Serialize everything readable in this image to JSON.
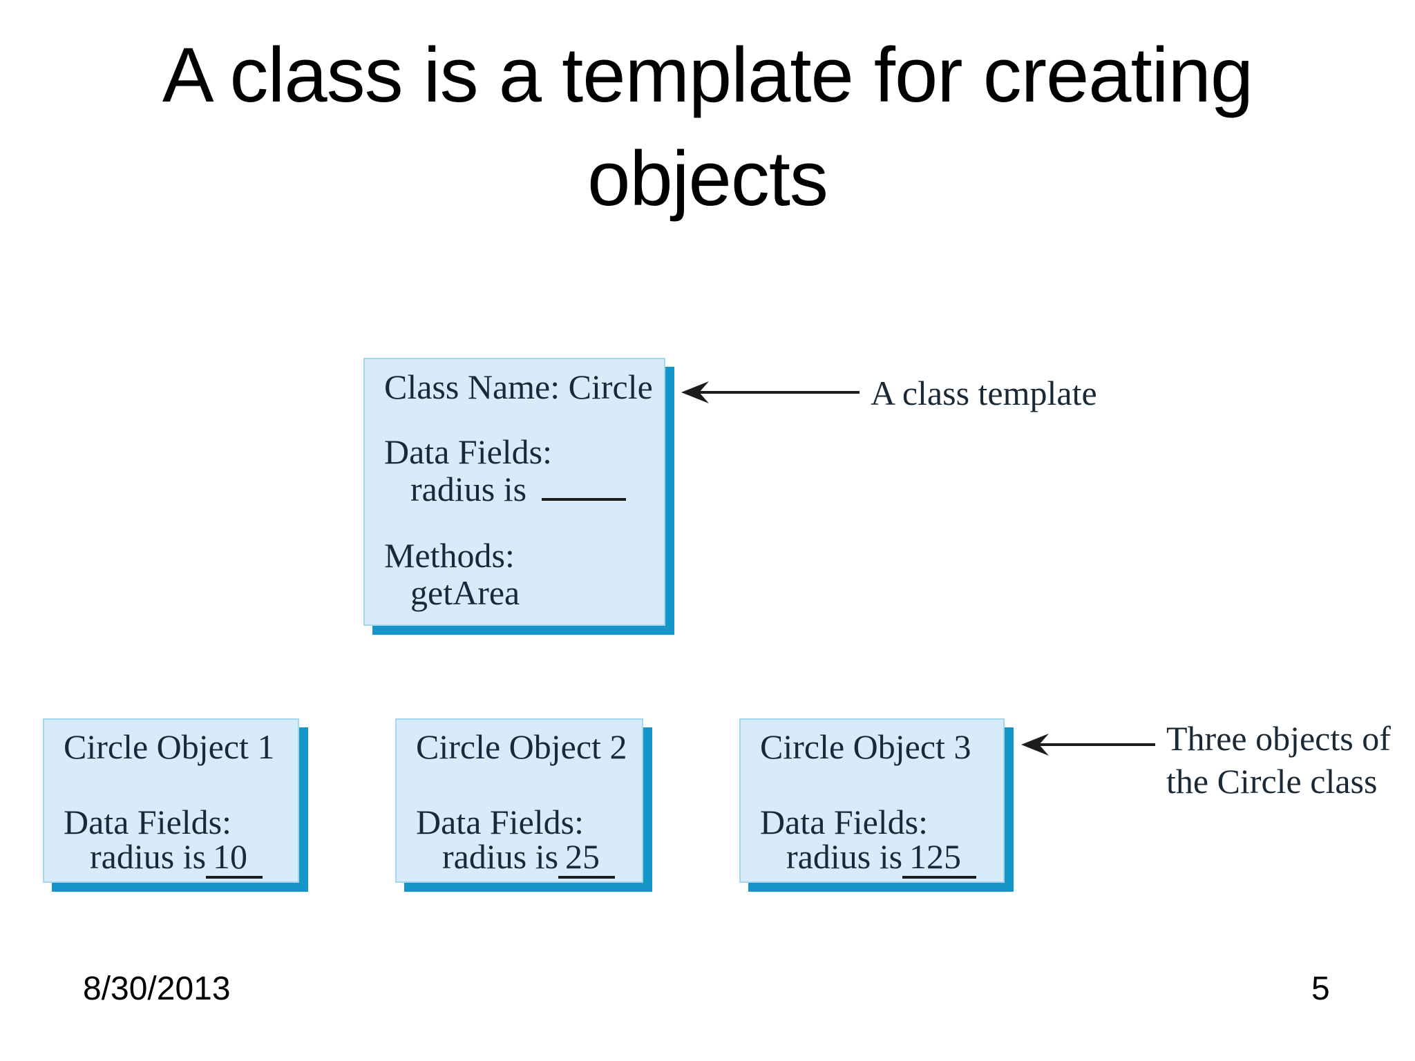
{
  "title": {
    "line1": "A class is a template for creating",
    "line2": "objects"
  },
  "class_box": {
    "name": "Class Name: Circle",
    "data_fields_label": "Data Fields:",
    "radius_label": "radius is",
    "radius_value": "",
    "methods_label": "Methods:",
    "method": "getArea"
  },
  "object_boxes": [
    {
      "title": "Circle Object 1",
      "data_fields_label": "Data Fields:",
      "radius_label": "radius is",
      "radius_value": "10"
    },
    {
      "title": "Circle Object 2",
      "data_fields_label": "Data Fields:",
      "radius_label": "radius is",
      "radius_value": "25"
    },
    {
      "title": "Circle Object 3",
      "data_fields_label": "Data Fields:",
      "radius_label": "radius is",
      "radius_value": "125"
    }
  ],
  "annotations": {
    "class_template": "A class template",
    "objects_line1": "Three objects of",
    "objects_line2": "the Circle class"
  },
  "footer": {
    "date": "8/30/2013",
    "page": "5"
  },
  "colors": {
    "box_fill": "#d7ebfa",
    "box_border": "#a5d6ef",
    "box_shadow": "#1595c8",
    "diagram_text": "#1b2836",
    "arrow": "#1c1c1c",
    "title_text": "#000000"
  }
}
